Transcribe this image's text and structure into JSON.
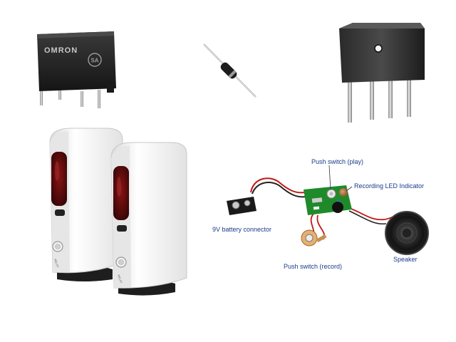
{
  "relay": {
    "brand": "OMRON",
    "mark": "SA"
  },
  "circuit": {
    "labels": {
      "push_play": "Push switch (play)",
      "recording_led": "Recording LED Indicator",
      "battery": "9V battery connector",
      "push_record": "Push switch (record)",
      "speaker": "Speaker"
    }
  },
  "sensors": {
    "button_text": "RELAY"
  }
}
